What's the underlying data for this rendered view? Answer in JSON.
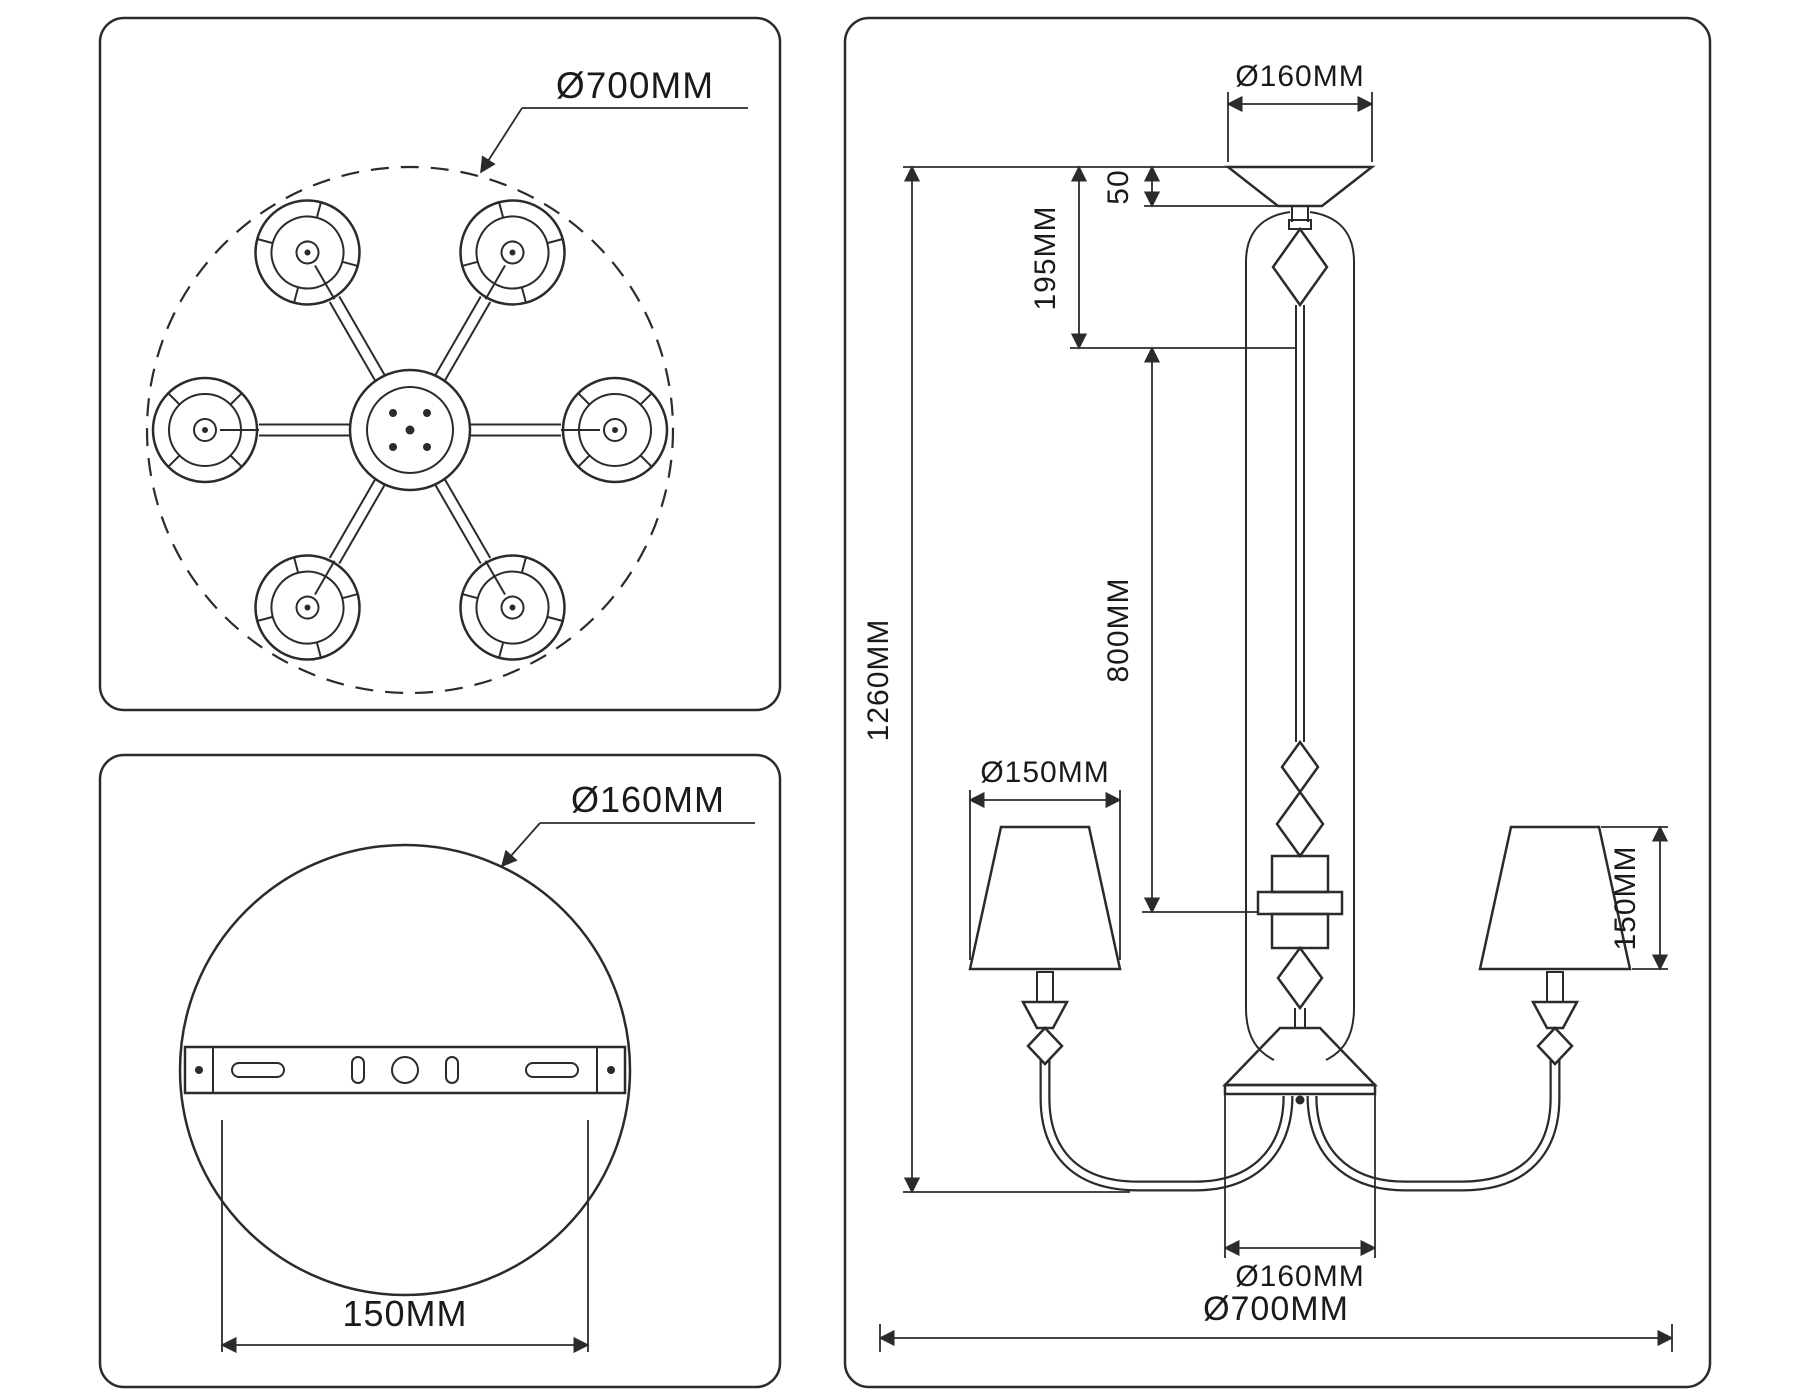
{
  "drawing": {
    "background": "#ffffff",
    "line_color": "#2b2b2b",
    "panels": {
      "top_view": {
        "overall_diameter": "Ø700MM"
      },
      "mount_view": {
        "canopy_diameter": "Ø160MM",
        "bracket_width": "150MM"
      },
      "side_view": {
        "canopy_diameter": "Ø160MM",
        "canopy_height": "50",
        "upper_drop": "195MM",
        "rod_drop": "800MM",
        "total_height": "1260MM",
        "shade_diameter": "Ø150MM",
        "shade_height": "150MM",
        "base_diameter": "Ø160MM",
        "overall_width": "Ø700MM"
      }
    }
  }
}
